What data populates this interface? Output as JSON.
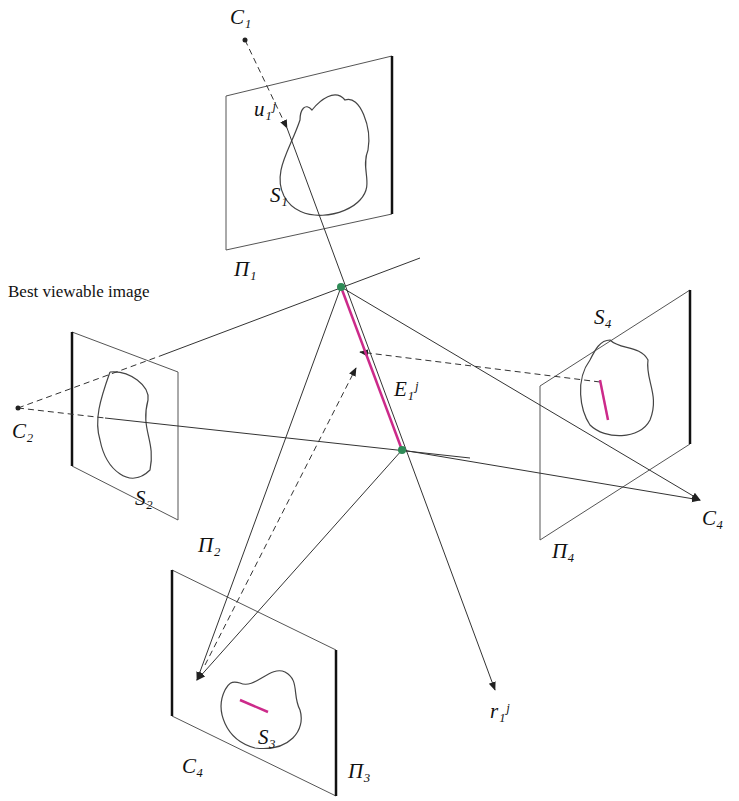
{
  "diagram": {
    "labels": [
      "C₁",
      "u₁ʲ",
      "S₁",
      "Π₁",
      "Best viewable image",
      "C₂",
      "S₂",
      "Π₂",
      "E₁ʲ",
      "S₄",
      "C₄",
      "Π₄",
      "S₃",
      "C₄",
      "Π₃",
      "r₁ʲ"
    ]
  }
}
